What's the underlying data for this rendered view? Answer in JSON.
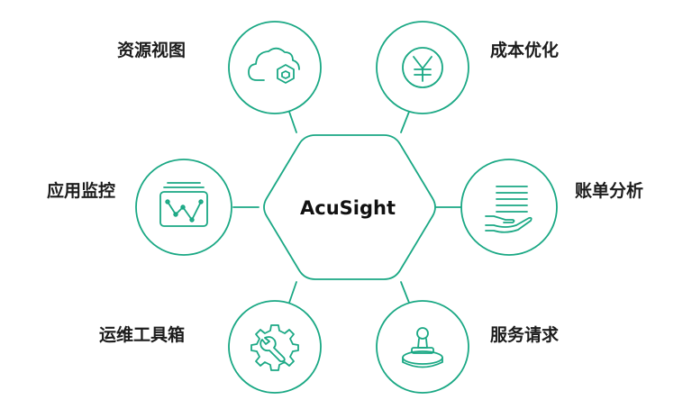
{
  "center": {
    "title": "AcuSight"
  },
  "accent_color": "#1aa884",
  "nodes": [
    {
      "id": "resource-view",
      "label": "资源视图",
      "icon": "cloud-hexagon-icon"
    },
    {
      "id": "cost-optimization",
      "label": "成本优化",
      "icon": "yen-icon"
    },
    {
      "id": "app-monitoring",
      "label": "应用监控",
      "icon": "monitor-chart-icon"
    },
    {
      "id": "bill-analysis",
      "label": "账单分析",
      "icon": "hand-list-icon"
    },
    {
      "id": "ops-toolbox",
      "label": "运维工具箱",
      "icon": "gear-wrench-icon"
    },
    {
      "id": "service-request",
      "label": "服务请求",
      "icon": "stamp-icon"
    }
  ]
}
